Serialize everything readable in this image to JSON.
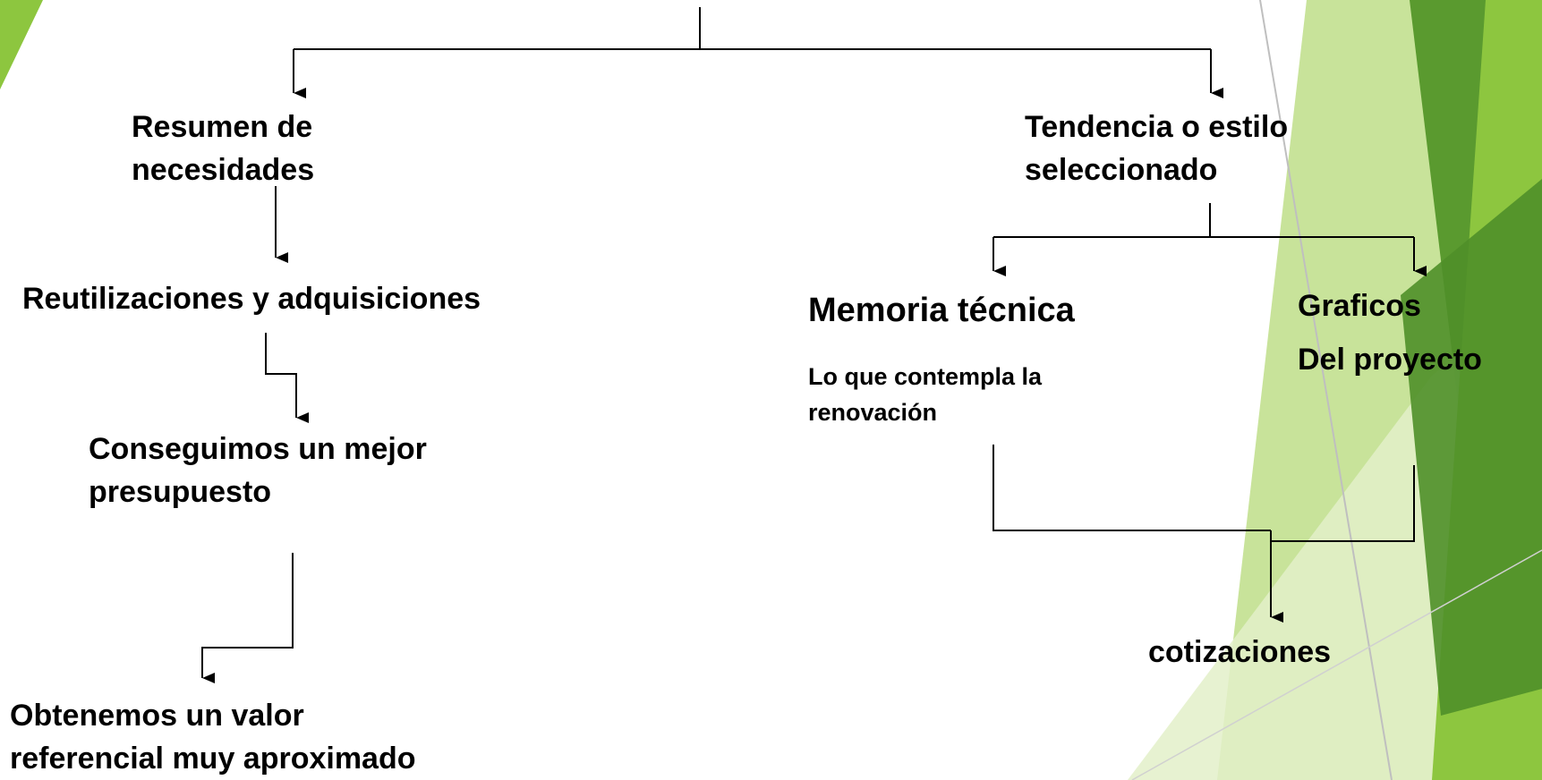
{
  "diagram": {
    "nodes": {
      "resumen": [
        "Resumen de",
        "necesidades"
      ],
      "reutilizaciones": [
        "Reutilizaciones y adquisiciones"
      ],
      "conseguimos": [
        "Conseguimos un mejor",
        "presupuesto"
      ],
      "obtenemos": [
        "Obtenemos un valor",
        "referencial muy aproximado"
      ],
      "tendencia": [
        "Tendencia o estilo",
        "seleccionado"
      ],
      "memoria_title": "Memoria técnica",
      "memoria_desc": [
        "Lo que contempla la",
        "renovación"
      ],
      "graficos": [
        "Graficos",
        "Del proyecto"
      ],
      "cotizaciones": "cotizaciones"
    }
  },
  "theme": {
    "text_color": "#000000",
    "line_color": "#000000",
    "accent_colors": [
      "#8dc63f",
      "#5a9a2f",
      "#c8e39a",
      "#e3f0c9",
      "#4f8f29"
    ]
  }
}
